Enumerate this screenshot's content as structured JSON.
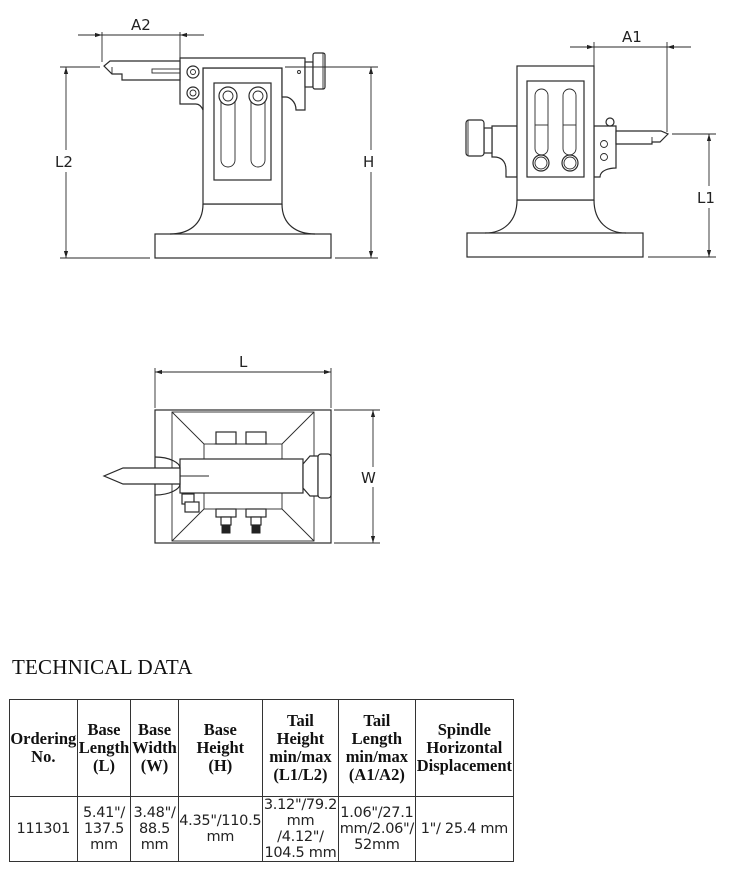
{
  "drawing": {
    "side_view_left": {
      "labels": {
        "a2": "A2",
        "l2": "L2",
        "h": "H"
      }
    },
    "side_view_right": {
      "labels": {
        "a1": "A1",
        "l1": "L1"
      }
    },
    "top_view": {
      "labels": {
        "l": "L",
        "w": "W"
      }
    }
  },
  "technical_data": {
    "title": "TECHNICAL DATA",
    "headers": [
      [
        "Ordering",
        "No."
      ],
      [
        "Base",
        "Length",
        "(L)"
      ],
      [
        "Base",
        "Width",
        "(W)"
      ],
      [
        "Base Height",
        "(H)"
      ],
      [
        "Tail  Height",
        "min/max",
        "(L1/L2)"
      ],
      [
        "Tail",
        "Length",
        "min/max",
        "(A1/A2)"
      ],
      [
        "Spindle",
        "Horizontal",
        "Displacement"
      ]
    ],
    "rows": [
      {
        "ordering_no": "111301",
        "base_length": [
          "5.41\"/",
          "137.5 mm"
        ],
        "base_width": [
          "3.48\"/",
          "88.5 mm"
        ],
        "base_height": [
          "4.35\"/110.5",
          "mm"
        ],
        "tail_height": [
          "3.12\"/79.2",
          "mm /4.12\"/",
          "104.5 mm"
        ],
        "tail_length": [
          "1.06\"/27.1",
          "mm/2.06\"/",
          "52mm"
        ],
        "spindle_displacement": [
          "1\"/ 25.4 mm"
        ]
      }
    ]
  }
}
